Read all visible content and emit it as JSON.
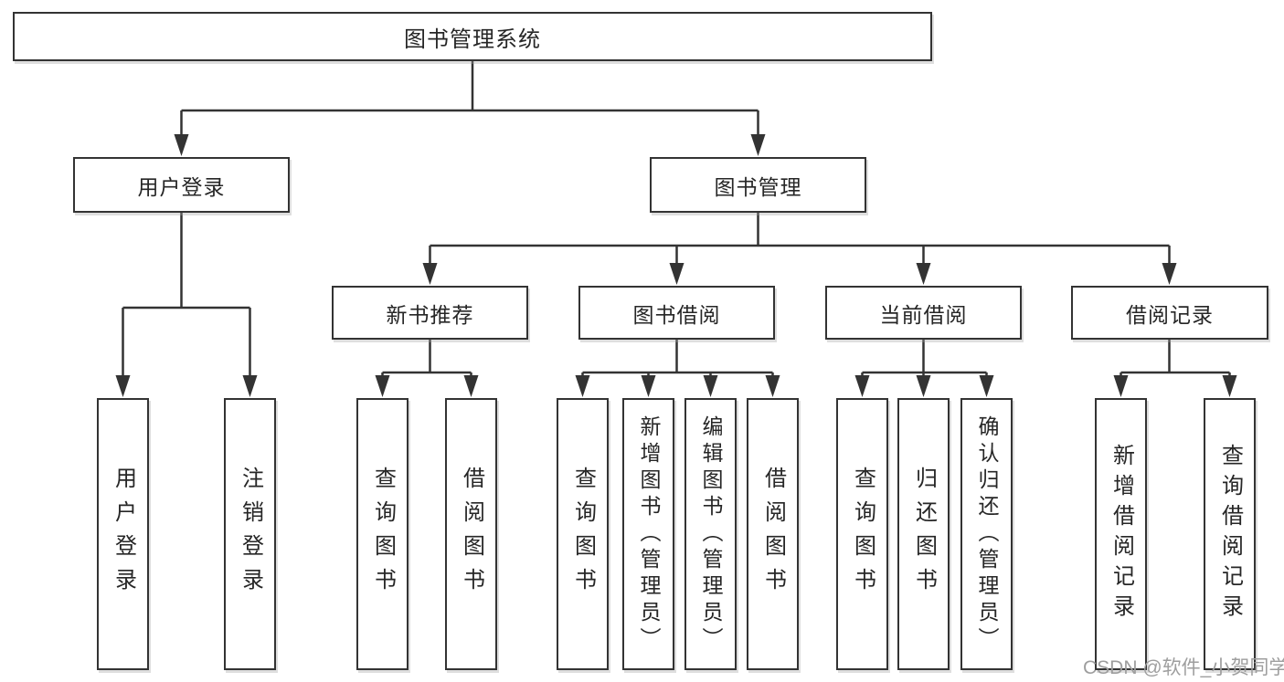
{
  "root": {
    "label": "图书管理系统"
  },
  "level2": [
    {
      "label": "用户登录"
    },
    {
      "label": "图书管理"
    }
  ],
  "level3": [
    {
      "label": "新书推荐"
    },
    {
      "label": "图书借阅"
    },
    {
      "label": "当前借阅"
    },
    {
      "label": "借阅记录"
    }
  ],
  "leaves": [
    {
      "label": "用户登录"
    },
    {
      "label": "注销登录"
    },
    {
      "label": "查询图书"
    },
    {
      "label": "借阅图书"
    },
    {
      "label": "查询图书"
    },
    {
      "label": "新增图书（管理员）"
    },
    {
      "label": "编辑图书（管理员）"
    },
    {
      "label": "借阅图书"
    },
    {
      "label": "查询图书"
    },
    {
      "label": "归还图书"
    },
    {
      "label": "确认归还（管理员）"
    },
    {
      "label": "新增借阅记录"
    },
    {
      "label": "查询借阅记录"
    }
  ],
  "watermark": {
    "label": "CSDN @软件_小贺同学"
  },
  "colors": {
    "line": "#333333",
    "text": "#262626",
    "watermark": "#9e9e9e",
    "background": "#ffffff"
  }
}
